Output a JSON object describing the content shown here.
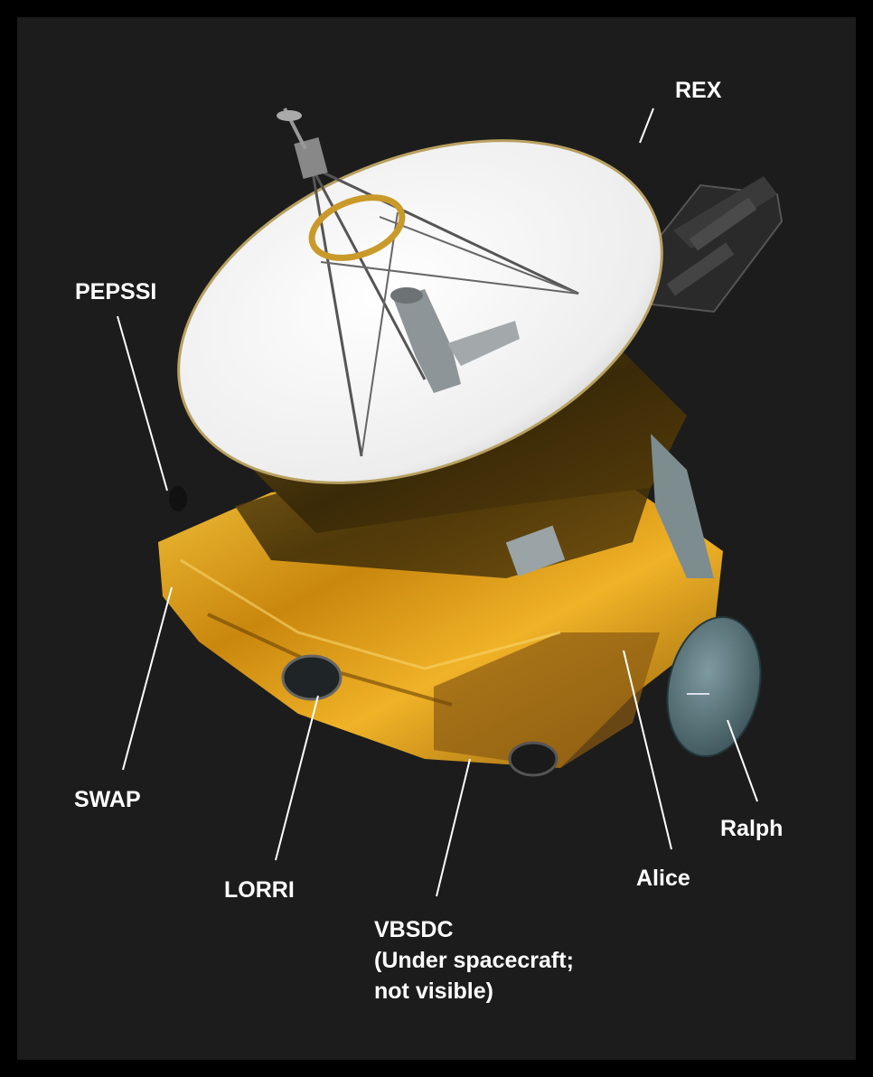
{
  "labels": {
    "rex": "REX",
    "pepssi": "PEPSSI",
    "swap": "SWAP",
    "lorri": "LORRI",
    "vbsdc_line1": "VBSDC",
    "vbsdc_line2": "(Under spacecraft;",
    "vbsdc_line3": "not visible)",
    "alice": "Alice",
    "ralph": "Ralph"
  },
  "colors": {
    "background": "#1c1c1c",
    "border": "#000000",
    "label_text": "#ffffff",
    "gold_foil": "#d9a21c",
    "dish": "#f2f2f2"
  }
}
